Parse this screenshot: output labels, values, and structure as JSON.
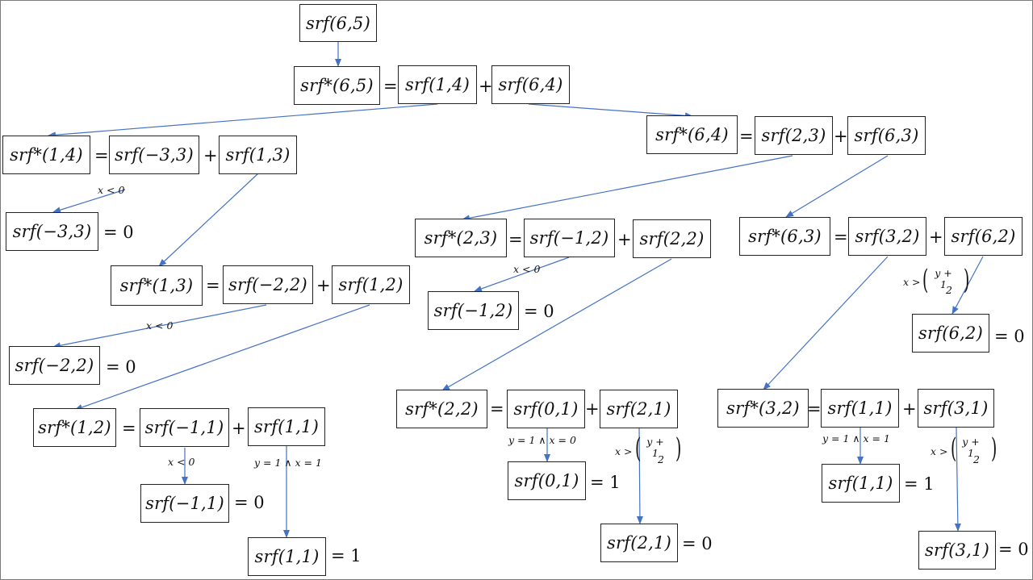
{
  "colors": {
    "edge": "#4472C4",
    "border": "#222222"
  },
  "nodes": {
    "root": "srf(6,5)",
    "s65": "srf*(6,5)",
    "n14": "srf(1,4)",
    "n64": "srf(6,4)",
    "s14": "srf*(1,4)",
    "nm33": "srf(−3,3)",
    "n13": "srf(1,3)",
    "s64": "srf*(6,4)",
    "n23": "srf(2,3)",
    "n63": "srf(6,3)",
    "rm33": "srf(−3,3)",
    "s23": "srf*(2,3)",
    "nm12": "srf(−1,2)",
    "n22": "srf(2,2)",
    "s63": "srf*(6,3)",
    "n32": "srf(3,2)",
    "n62": "srf(6,2)",
    "s13": "srf*(1,3)",
    "nm22": "srf(−2,2)",
    "n12": "srf(1,2)",
    "rm12": "srf(−1,2)",
    "r62": "srf(6,2)",
    "rm22": "srf(−2,2)",
    "s12": "srf*(1,2)",
    "nm11": "srf(−1,1)",
    "n11": "srf(1,1)",
    "s22": "srf*(2,2)",
    "n01": "srf(0,1)",
    "n21": "srf(2,1)",
    "s32": "srf*(3,2)",
    "n11b": "srf(1,1)",
    "n31": "srf(3,1)",
    "r01": "srf(0,1)",
    "r11b": "srf(1,1)",
    "rm11": "srf(−1,1)",
    "r21": "srf(2,1)",
    "r11": "srf(1,1)",
    "r31": "srf(3,1)"
  },
  "ops": {
    "eq": "=",
    "plus": "+",
    "eq0": "= 0",
    "eq1": "= 1"
  },
  "conditions": {
    "x_lt_0": "x < 0",
    "y1_and_x1": "y = 1 ∧ x = 1",
    "y1_and_x0": "y = 1 ∧ x = 0",
    "x_gt": "x >",
    "binom_top": "y + 1",
    "binom_bottom": "2"
  }
}
